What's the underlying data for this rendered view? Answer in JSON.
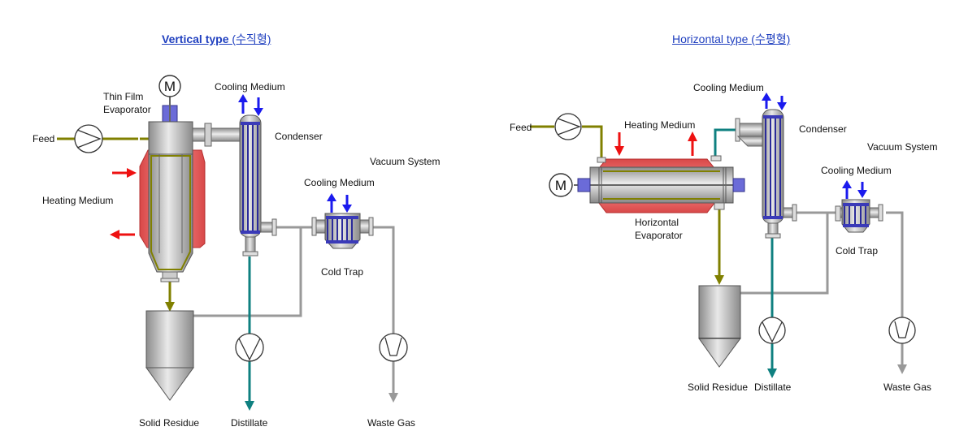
{
  "colors": {
    "feed_line": "#808000",
    "distillate_line": "#0f8080",
    "gas_line": "#999999",
    "heating_arrow": "#ee1111",
    "cooling_arrow": "#1a1aee",
    "heating_jacket": "#f06b6b",
    "vessel_gray": "#bdbdbd",
    "tube_blue": "#3a3ab8",
    "heading_blue": "#1f3fbf"
  },
  "vertical": {
    "title_en": "Vertical type",
    "title_ko": "(수직형)",
    "motor": "M",
    "thin_film_line1": "Thin Film",
    "thin_film_line2": "Evaporator",
    "feed": "Feed",
    "heating_medium": "Heating Medium",
    "cooling_medium_condenser": "Cooling Medium",
    "condenser": "Condenser",
    "vacuum_system": "Vacuum System",
    "cooling_medium_trap": "Cooling Medium",
    "cold_trap": "Cold Trap",
    "solid_residue": "Solid Residue",
    "distillate": "Distillate",
    "waste_gas": "Waste Gas"
  },
  "horizontal": {
    "title_en": "Horizontal type",
    "title_ko": "(수평형)",
    "motor": "M",
    "feed": "Feed",
    "heating_medium": "Heating Medium",
    "cooling_medium_condenser": "Cooling Medium",
    "condenser": "Condenser",
    "vacuum_system": "Vacuum System",
    "cooling_medium_trap": "Cooling Medium",
    "cold_trap": "Cold Trap",
    "evaporator_line1": "Horizontal",
    "evaporator_line2": "Evaporator",
    "solid_residue": "Solid Residue",
    "distillate": "Distillate",
    "waste_gas": "Waste Gas"
  }
}
